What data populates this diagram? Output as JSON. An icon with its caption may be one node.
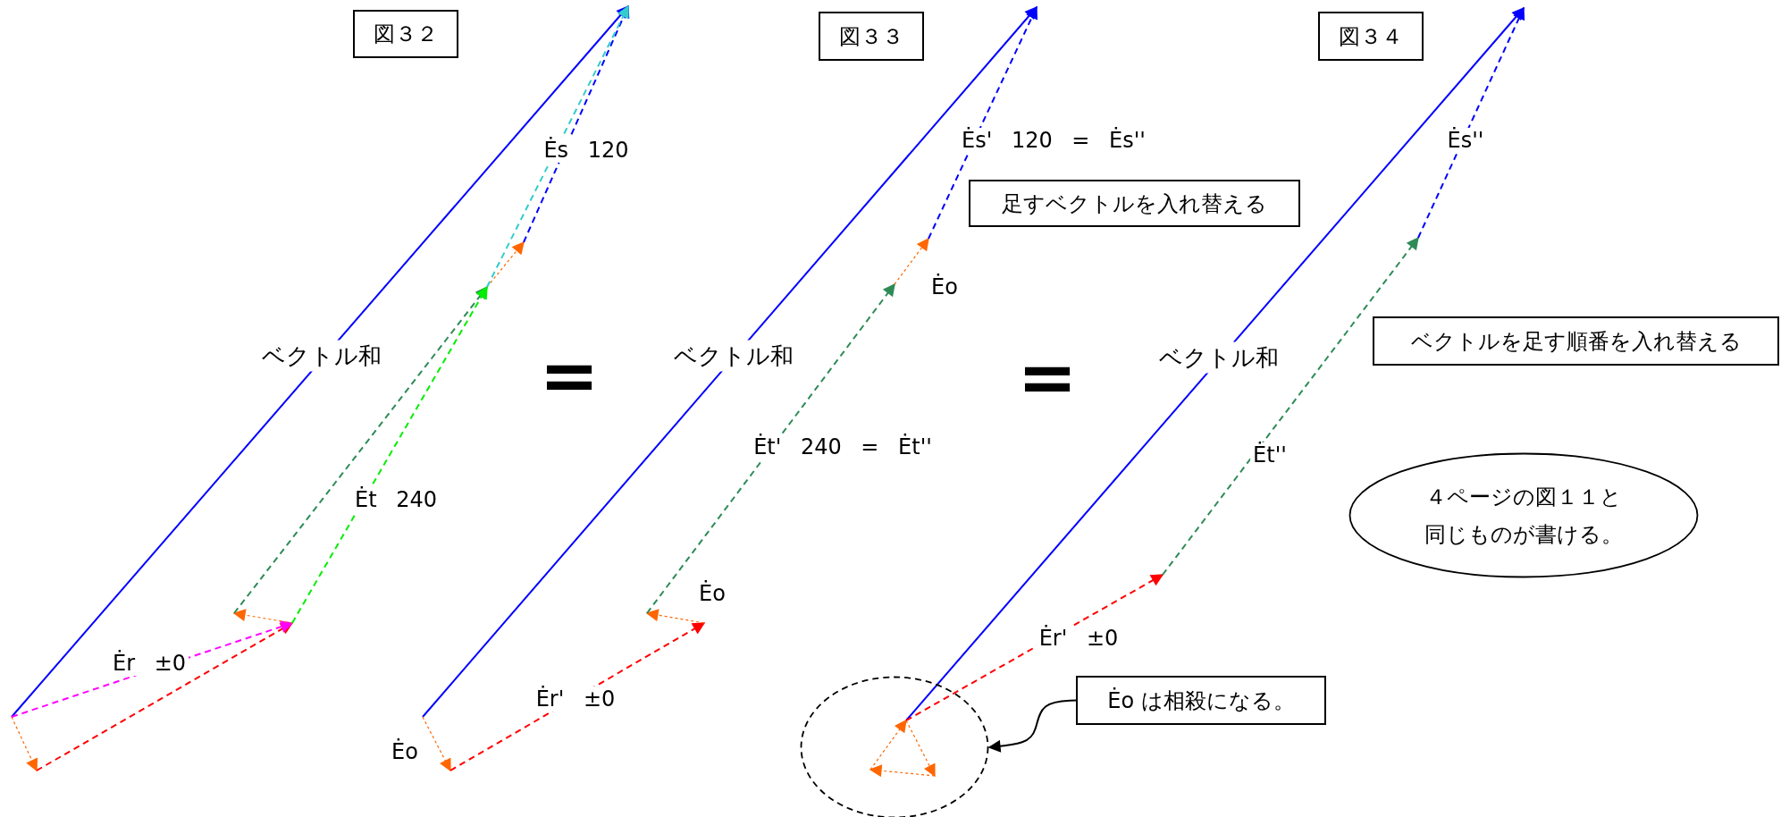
{
  "diagram": {
    "nodes": [
      {
        "text": [
          "図３２"
        ]
      },
      {
        "text": [
          "図３３"
        ]
      },
      {
        "text": [
          "図３４"
        ]
      },
      {
        "text": [
          "足すベクトルを入れ替える"
        ]
      },
      {
        "text": [
          "ベクトルを足す順番を入れ替える"
        ]
      },
      {
        "text": [
          "４ページの図１１と同じものが書ける。"
        ]
      },
      {
        "text": [
          "Ėo は相殺になる。"
        ]
      },
      {
        "text": [],
        "shape": "circle"
      }
    ],
    "edges": [
      {
        "from": 6,
        "to": 7,
        "arrow": "to"
      }
    ],
    "labels": [
      "Ės 120",
      "ベクトル和",
      "Ėt 240",
      "Ėr ±0",
      "=",
      "Ės' 120 = Ės''",
      "Ėo",
      "ベクトル和",
      "Ėt' 240 = Ėt''",
      "Ėo",
      "Ėr' ±0",
      "Ėo",
      "=",
      "Ės''",
      "ベクトル和",
      "Ėt''",
      "Ėr' ±0"
    ]
  }
}
